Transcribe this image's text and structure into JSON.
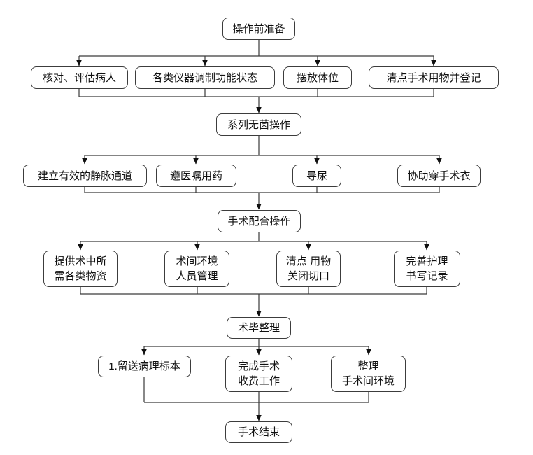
{
  "colors": {
    "background": "#ffffff",
    "box_fill": "#ffffff",
    "box_border": "#3c3c3c",
    "line": "#3a3a3a",
    "text": "#101010"
  },
  "nodes": {
    "prep": "操作前准备",
    "row2": [
      "核对、评估病人",
      "各类仪器调制功能状态",
      "摆放体位",
      "清点手术用物并登记"
    ],
    "aseptic": "系列无菌操作",
    "row4": [
      "建立有效的静脉通道",
      "遵医嘱用药",
      "导尿",
      "协助穿手术衣"
    ],
    "cooperation": "手术配合操作",
    "row6": [
      "提供术中所\n需各类物资",
      "术间环境\n人员管理",
      "清点 用物\n关闭切口",
      "完善护理\n书写记录"
    ],
    "tidy": "术毕整理",
    "row8": [
      "1.留送病理标本",
      "完成手术\n收费工作",
      "整理\n手术间环境"
    ],
    "end": "手术结束"
  }
}
